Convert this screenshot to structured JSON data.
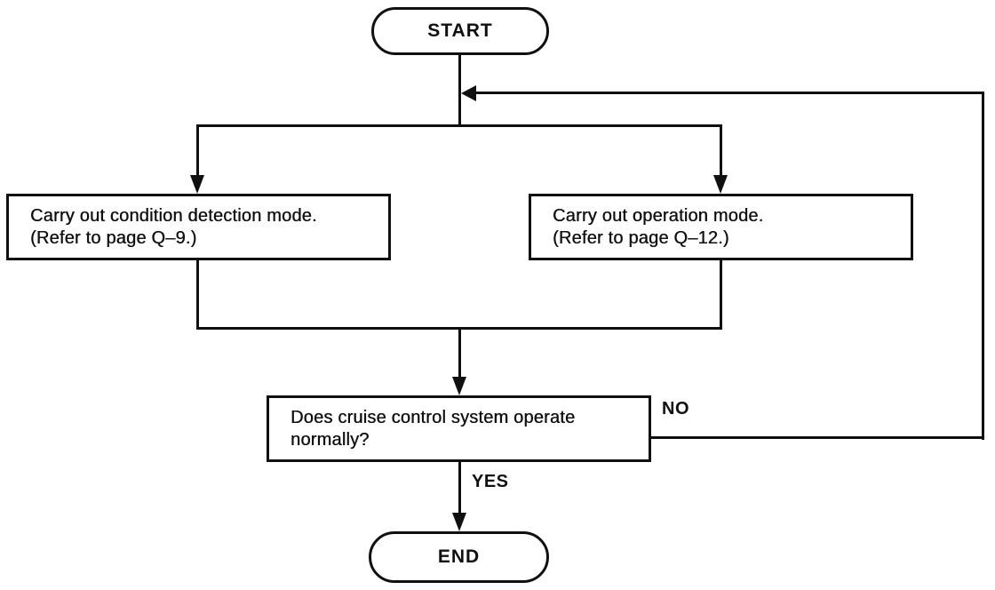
{
  "diagram": {
    "type": "flowchart",
    "colors": {
      "ink": "#101010",
      "background": "#ffffff"
    },
    "nodes": {
      "start": {
        "label": "START"
      },
      "condition_detection_box": {
        "line1": "Carry out condition detection mode.",
        "line2": "(Refer to page Q–9.)"
      },
      "operation_box": {
        "line1": "Carry out operation mode.",
        "line2": "(Refer to page Q–12.)"
      },
      "decision_box": {
        "line1": "Does cruise control system operate",
        "line2": "normally?"
      },
      "end": {
        "label": "END"
      }
    },
    "edge_labels": {
      "no": "NO",
      "yes": "YES"
    }
  }
}
